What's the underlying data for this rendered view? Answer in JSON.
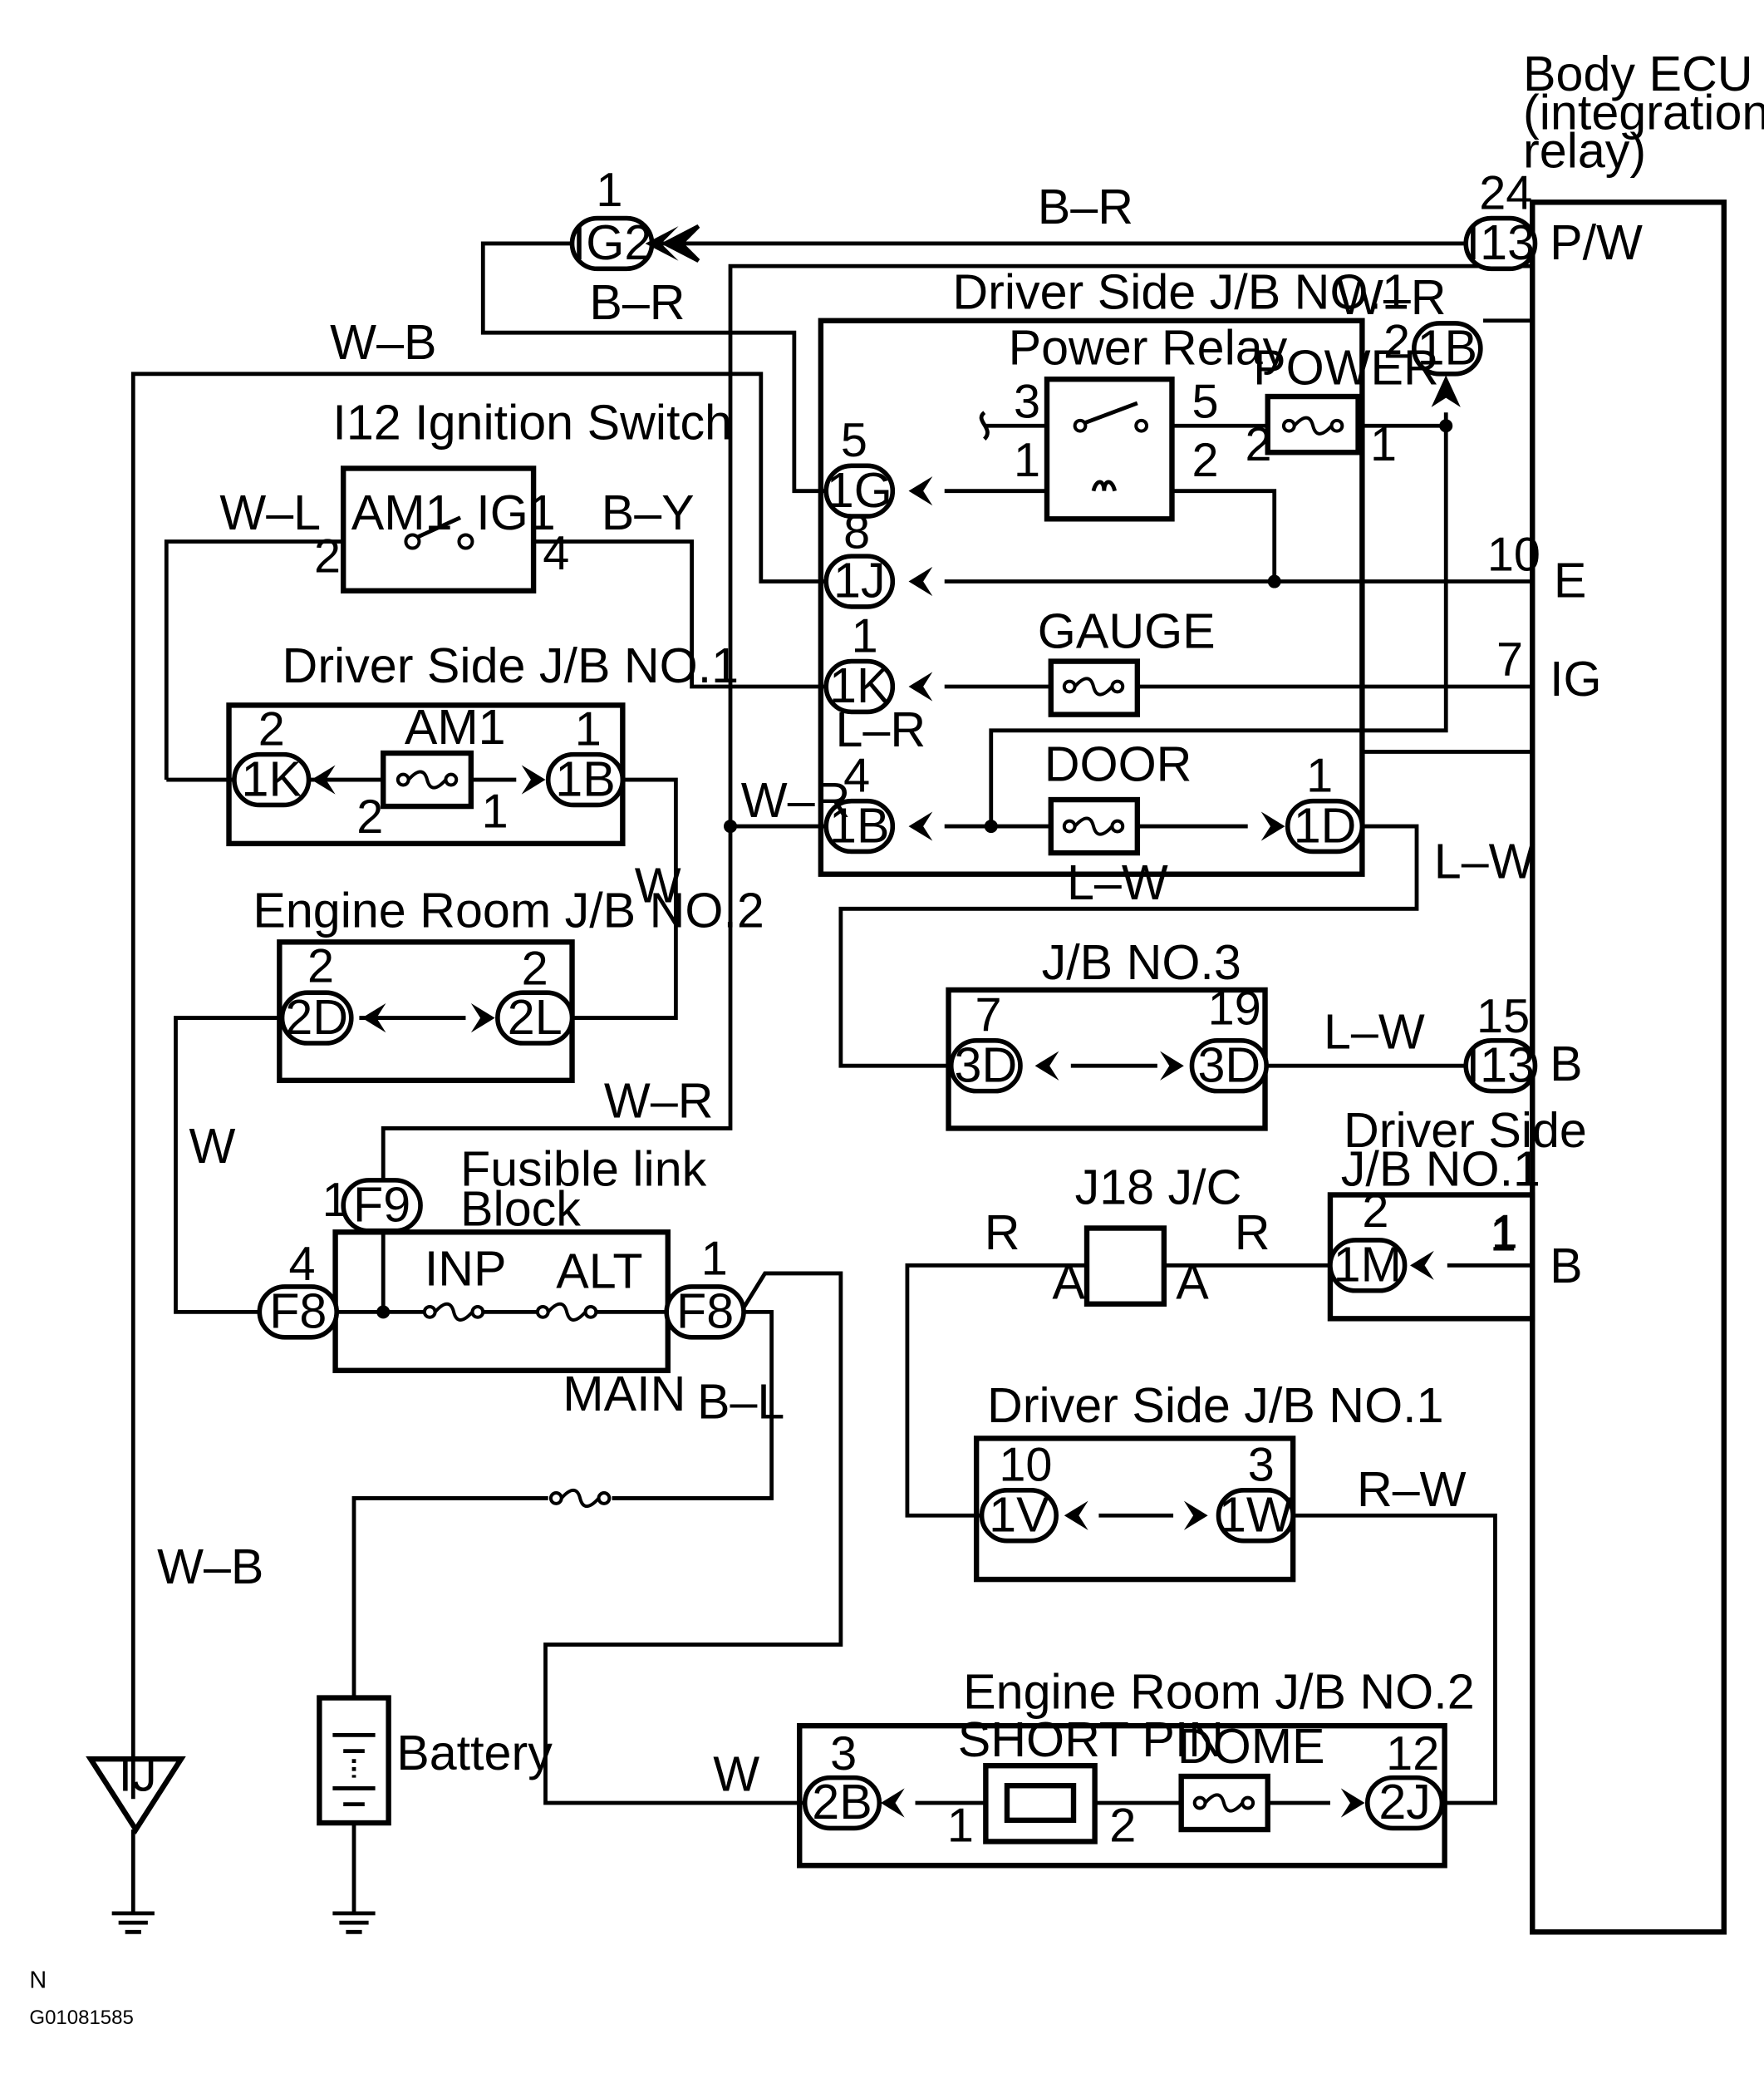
{
  "ecu": {
    "line1": "Body   ECU",
    "line2": "(integration",
    "line3": "relay)",
    "pins": [
      {
        "num": "24",
        "conn": "I13",
        "name": "P/W"
      },
      {
        "num": "10",
        "name": "E"
      },
      {
        "num": "7",
        "name": "IG"
      },
      {
        "num": "15",
        "conn": "I13",
        "name": "B"
      },
      {
        "num": "1",
        "name": "B"
      }
    ]
  },
  "ig2": {
    "pin": "1",
    "conn": "IG2"
  },
  "wires": {
    "br_top": "B–R",
    "br_2": "B–R",
    "wb_top": "W–B",
    "wr_jb": "W–R",
    "wl": "W–L",
    "by": "B–Y",
    "lr": "L–R",
    "wr_mid": "W–R",
    "lw_1": "L–W",
    "lw_2": "L–W",
    "lw_3": "L–W",
    "w_1": "W",
    "w_2": "W",
    "wr_low": "W–R",
    "r_1": "R",
    "r_2": "R",
    "bl": "B–L",
    "rw": "R–W",
    "wb_low": "W–B",
    "w_3": "W"
  },
  "jb1_main": {
    "title": "Driver Side J/B NO.1",
    "relay": "Power Relay",
    "fuse_power": "POWER",
    "fuse_gauge": "GAUGE",
    "fuse_door": "DOOR",
    "pins": {
      "p2": "2",
      "p5": "5",
      "p8": "8",
      "p1": "1",
      "p4": "4",
      "p1d": "1",
      "r3": "3",
      "r5": "5",
      "r1": "1",
      "r2": "2",
      "f2": "2",
      "f1": "1"
    },
    "conns": {
      "c1b_top": "1B",
      "c1g": "1G",
      "c1j": "1J",
      "c1k": "1K",
      "c1b": "1B",
      "c1d": "1D"
    }
  },
  "ign": {
    "title": "I12 Ignition Switch",
    "am1": "AM1",
    "ig1": "IG1",
    "p2": "2",
    "p4": "4"
  },
  "jb1_left": {
    "title": "Driver Side J/B NO.1",
    "fuse": "AM1",
    "p_l": "2",
    "p_r": "1",
    "f_l": "2",
    "f_r": "1",
    "c_l": "1K",
    "c_r": "1B"
  },
  "er2": {
    "title": "Engine Room J/B NO.2",
    "p_l": "2",
    "p_r": "2",
    "c_l": "2D",
    "c_r": "2L"
  },
  "jb3": {
    "title": "J/B NO.3",
    "p_l": "7",
    "p_r": "19",
    "c_l": "3D",
    "c_r": "3D"
  },
  "fl": {
    "title1": "Fusible link",
    "title2": "Block",
    "inp": "INP",
    "alt": "ALT",
    "main": "MAIN",
    "p_f9": "1",
    "c_f9": "F9",
    "p_l": "4",
    "c_l": "F8",
    "p_r": "1",
    "c_r": "F8"
  },
  "jb1_small": {
    "title1": "Driver Side",
    "title2": "J/B NO.1",
    "p2": "2",
    "p1": "1",
    "conn": "1M"
  },
  "j18": {
    "title": "J18 J/C",
    "a_l": "A",
    "a_r": "A"
  },
  "jb1_low": {
    "title": "Driver Side J/B NO.1",
    "p_l": "10",
    "p_r": "3",
    "c_l": "1V",
    "c_r": "1W"
  },
  "er2_low": {
    "title": "Engine Room J/B NO.2",
    "short": "SHORT PIN",
    "dome": "DOME",
    "p3": "3",
    "p1": "1",
    "p2": "2",
    "p12": "12",
    "c_l": "2B",
    "c_r": "2J"
  },
  "battery": "Battery",
  "ground_ij": "IJ",
  "footer": {
    "n": "N",
    "code": "G01081585"
  }
}
